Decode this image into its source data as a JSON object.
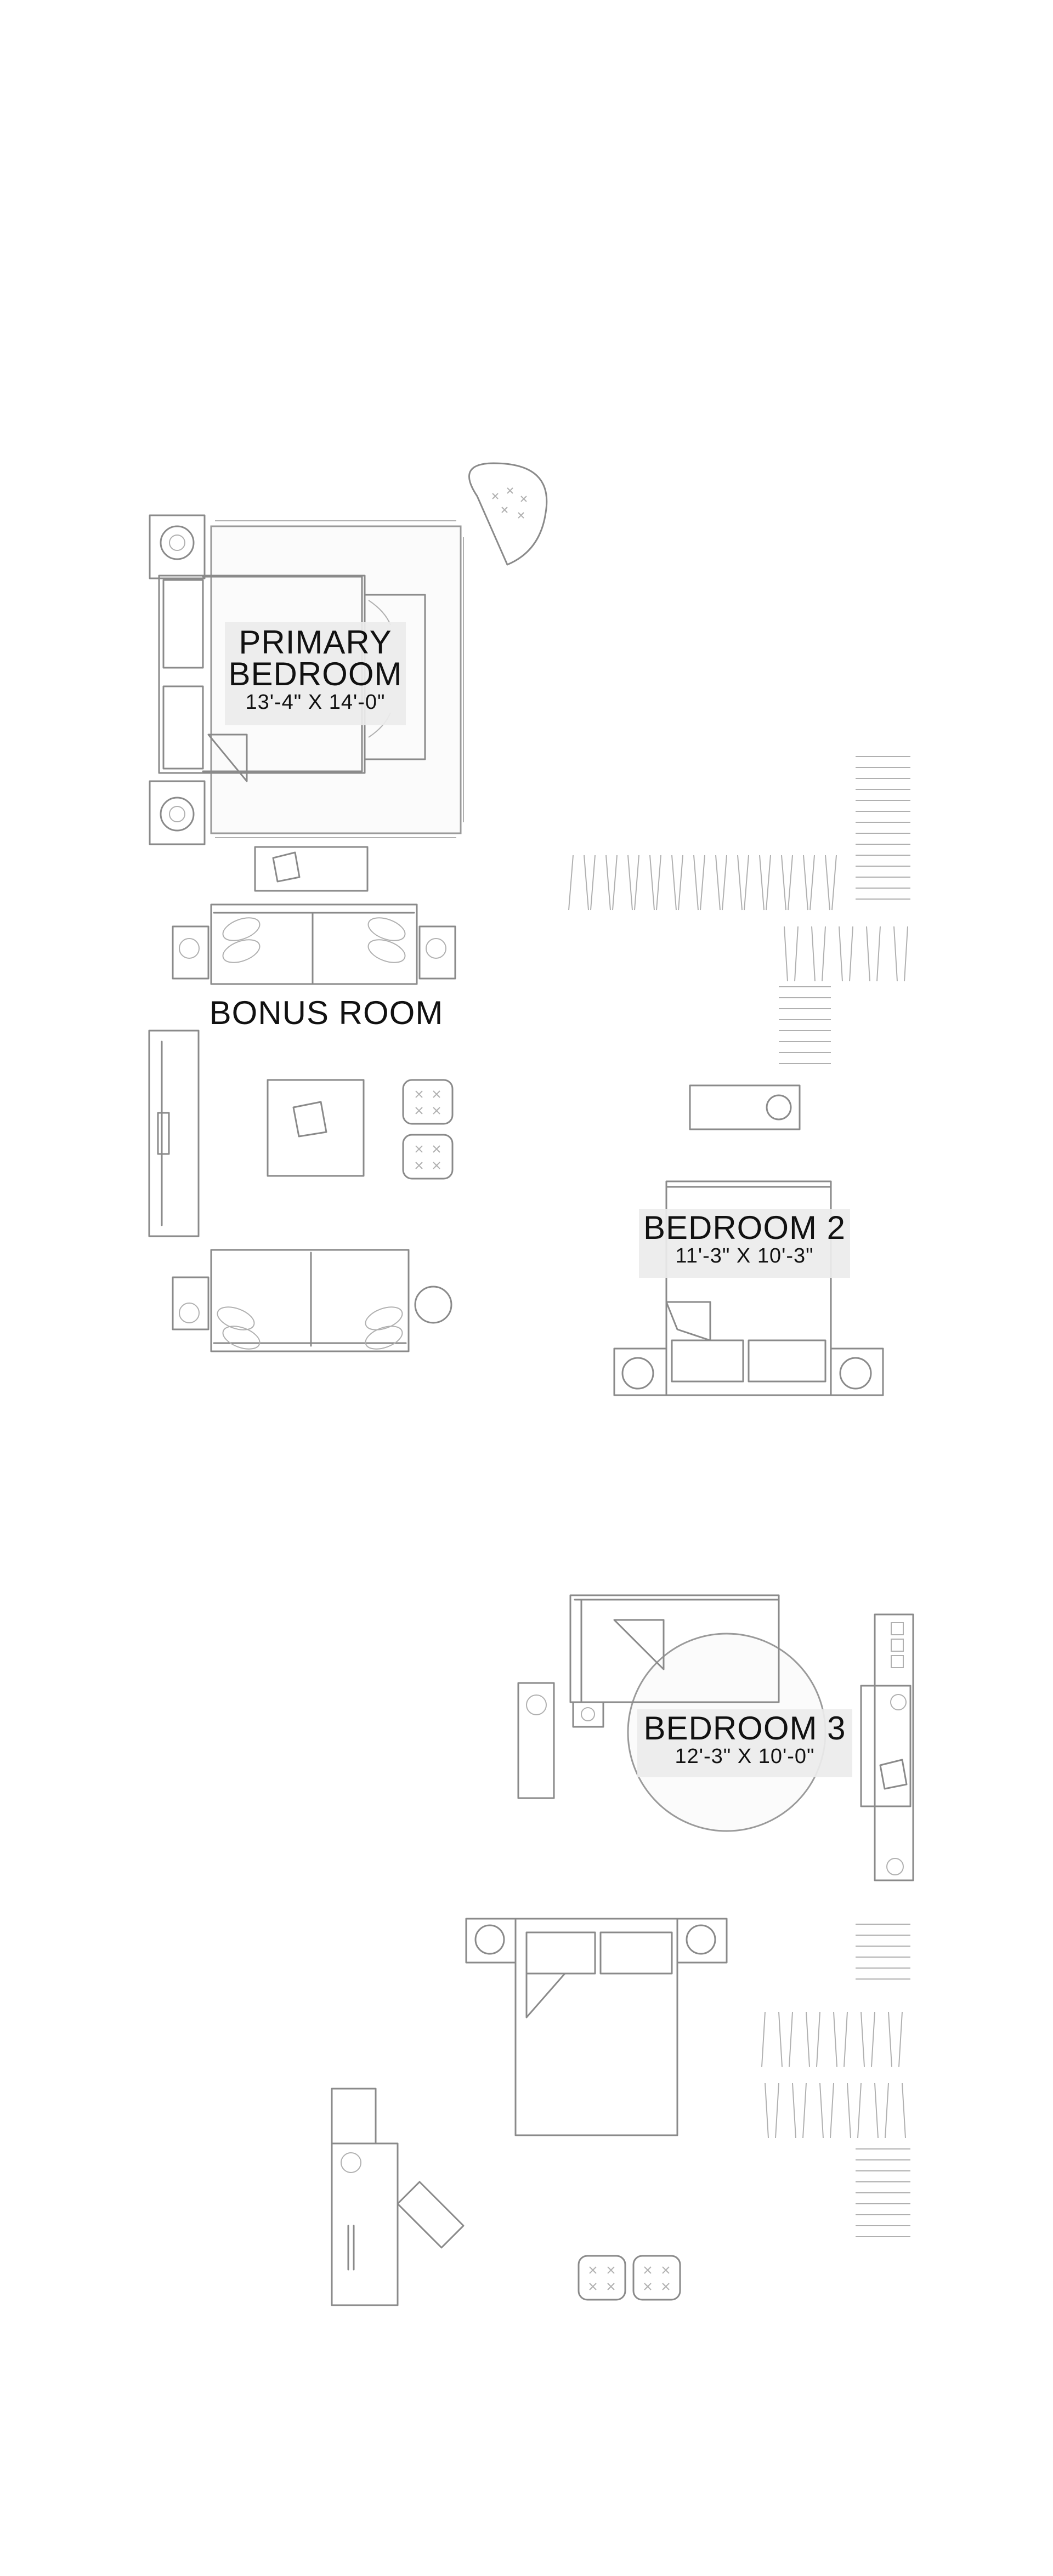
{
  "rooms": {
    "primary_bedroom": {
      "name_line1": "PRIMARY",
      "name_line2": "BEDROOM",
      "dims": "13'-4\" X 14'-0\""
    },
    "bonus_room": {
      "name": "BONUS ROOM"
    },
    "bedroom2": {
      "name": "BEDROOM 2",
      "dims": "11'-3\" X 10'-3\""
    },
    "bedroom3": {
      "name": "BEDROOM 3",
      "dims": "12'-3\" X 10'-0\""
    }
  },
  "colors": {
    "line": "#8a8a8a",
    "label_bg": "#ececec",
    "text": "#111111"
  }
}
